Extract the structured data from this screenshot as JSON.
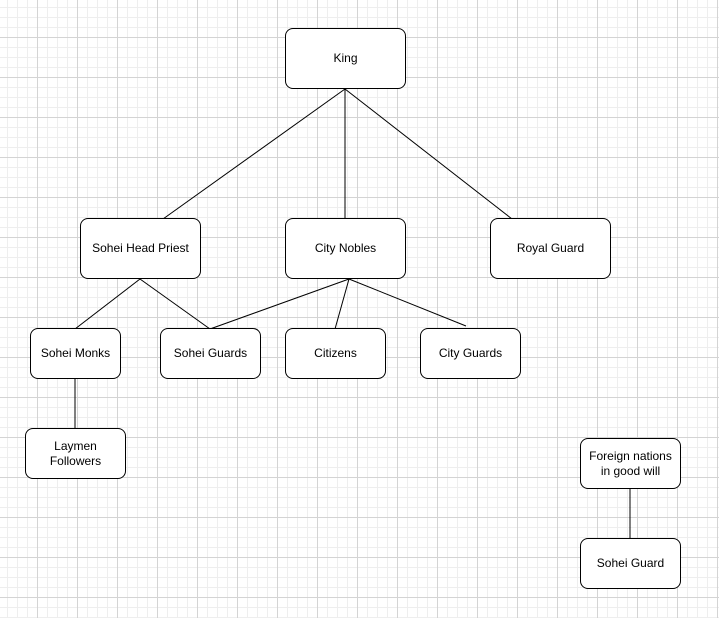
{
  "diagram": {
    "nodes": [
      {
        "id": "king",
        "label": "King"
      },
      {
        "id": "sohei-head-priest",
        "label": "Sohei Head Priest"
      },
      {
        "id": "city-nobles",
        "label": "City Nobles"
      },
      {
        "id": "royal-guard",
        "label": "Royal Guard"
      },
      {
        "id": "sohei-monks",
        "label": "Sohei Monks"
      },
      {
        "id": "sohei-guards",
        "label": "Sohei Guards"
      },
      {
        "id": "citizens",
        "label": "Citizens"
      },
      {
        "id": "city-guards",
        "label": "City Guards"
      },
      {
        "id": "laymen-followers",
        "label": "Laymen Followers"
      },
      {
        "id": "foreign-nations",
        "label": "Foreign nations in good will"
      },
      {
        "id": "sohei-guard",
        "label": "Sohei Guard"
      }
    ],
    "edges": [
      {
        "from": "king",
        "to": "sohei-head-priest"
      },
      {
        "from": "king",
        "to": "city-nobles"
      },
      {
        "from": "king",
        "to": "royal-guard"
      },
      {
        "from": "sohei-head-priest",
        "to": "sohei-monks"
      },
      {
        "from": "sohei-head-priest",
        "to": "sohei-guards"
      },
      {
        "from": "city-nobles",
        "to": "sohei-guards"
      },
      {
        "from": "city-nobles",
        "to": "citizens"
      },
      {
        "from": "city-nobles",
        "to": "city-guards"
      },
      {
        "from": "sohei-monks",
        "to": "laymen-followers"
      },
      {
        "from": "foreign-nations",
        "to": "sohei-guard"
      }
    ]
  },
  "colors": {
    "node_border": "#000000",
    "node_fill": "#ffffff",
    "edge": "#000000",
    "grid": "#d4d4d4"
  }
}
